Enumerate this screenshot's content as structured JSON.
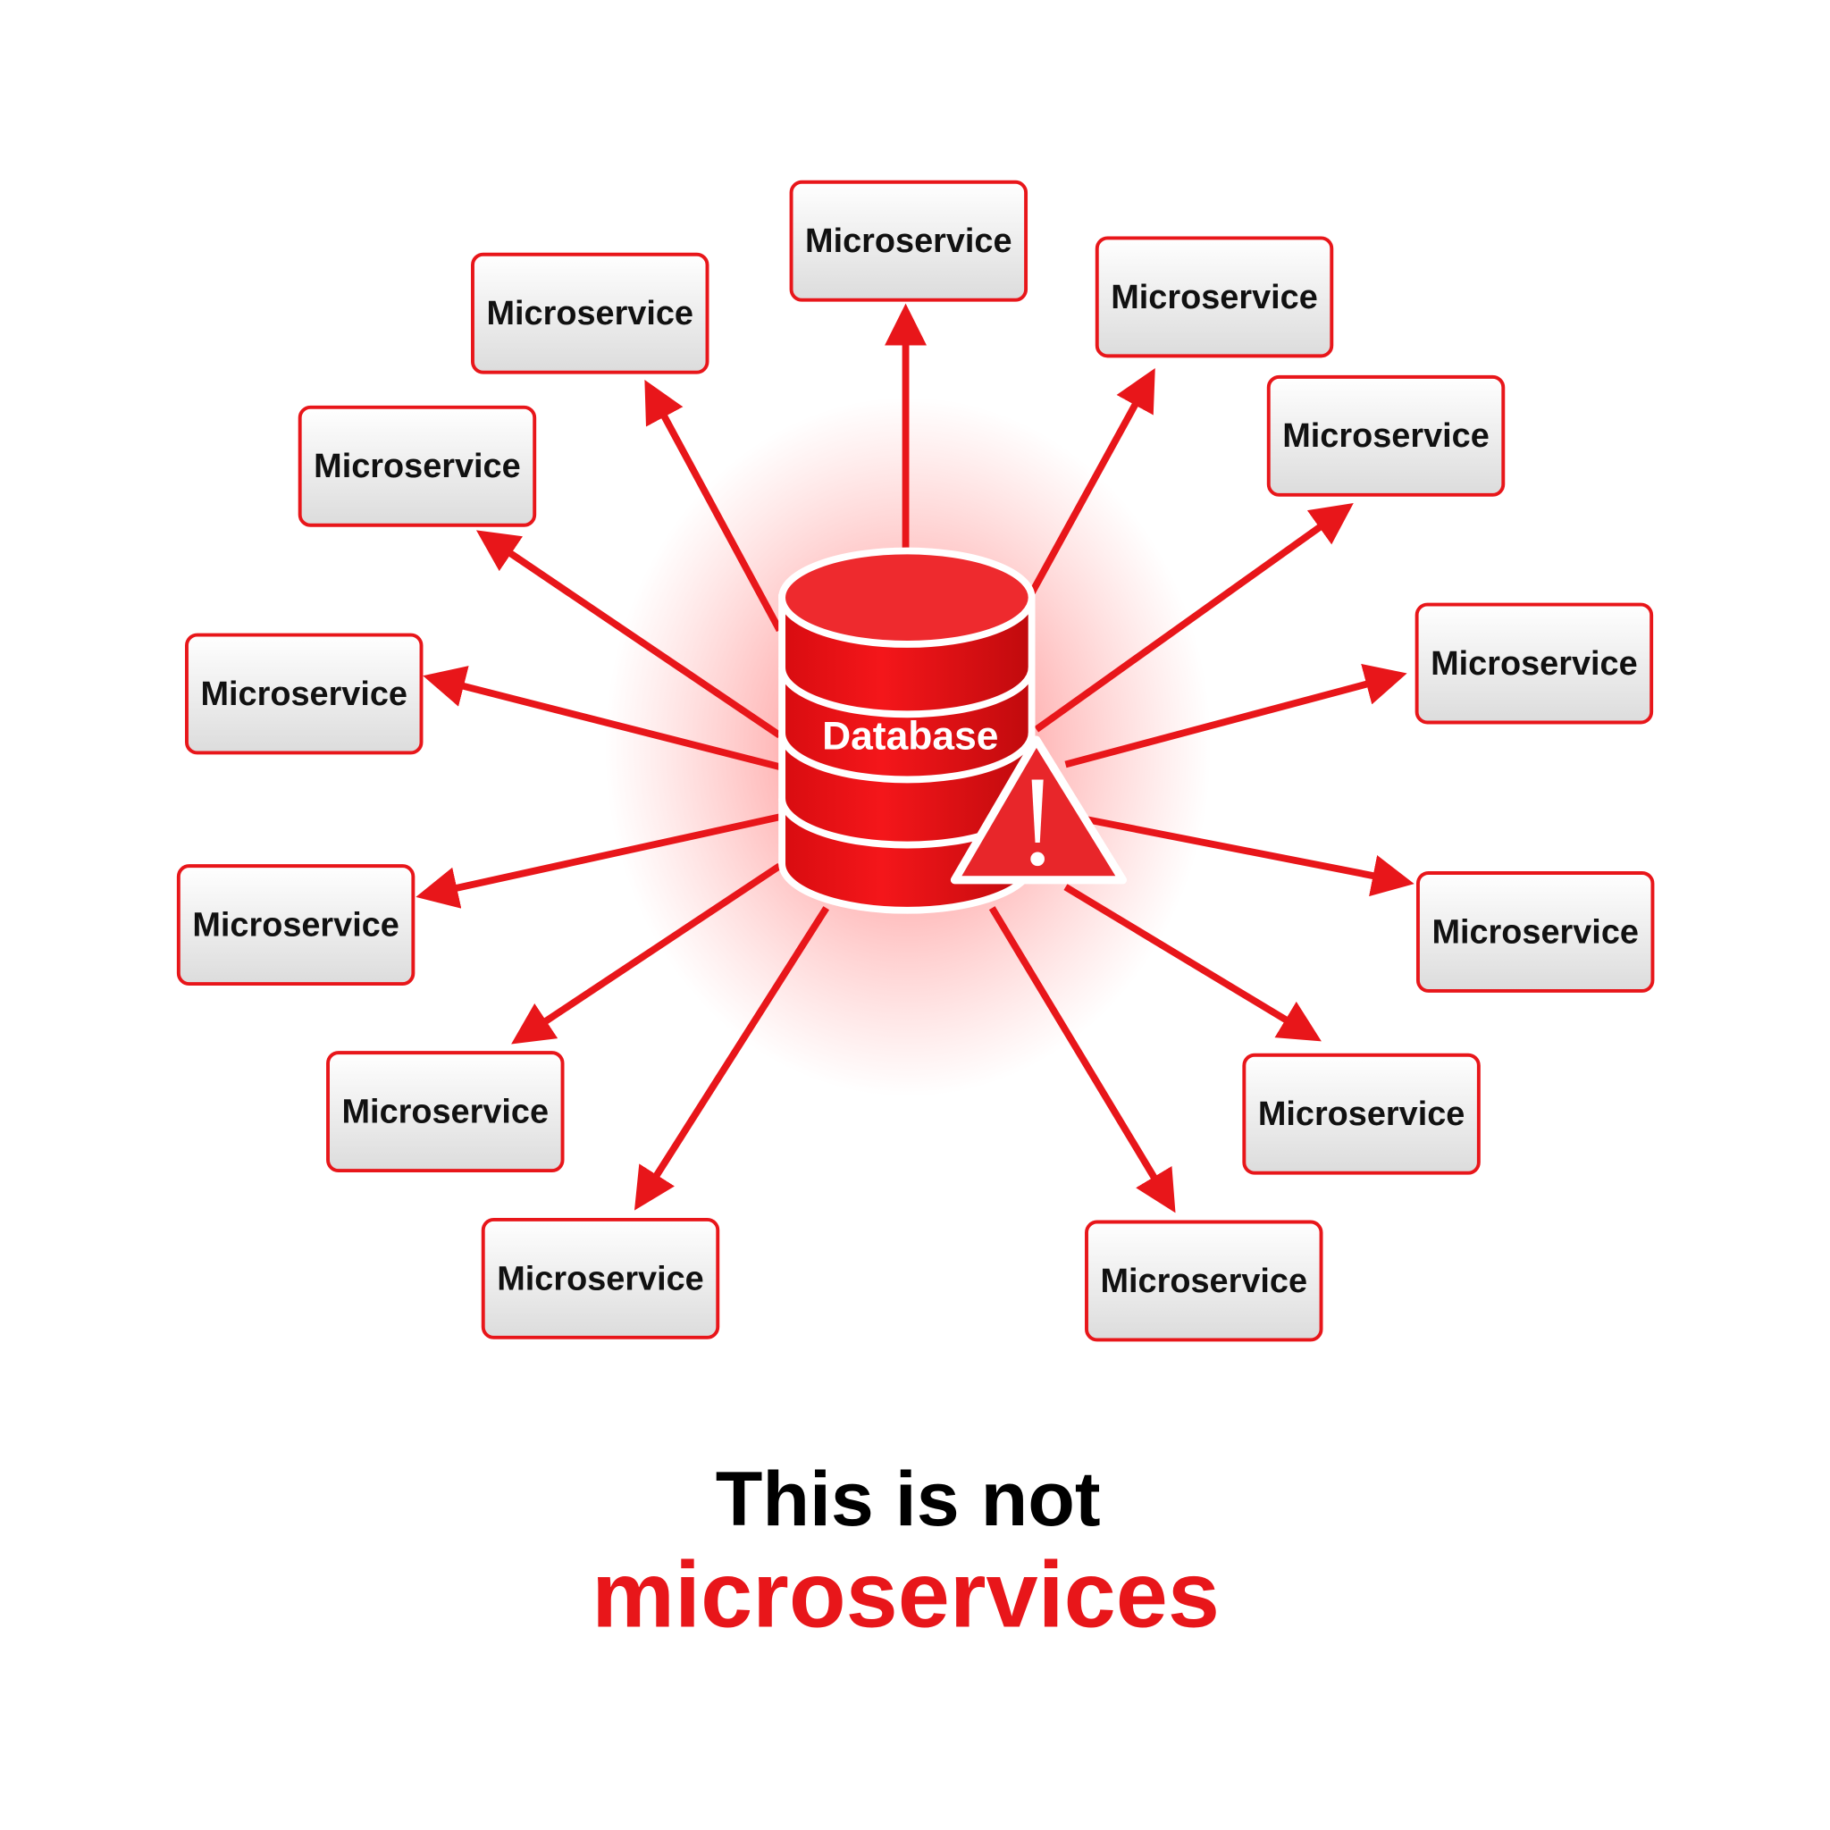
{
  "colors": {
    "accent": "#e8161a",
    "text": "#111111",
    "background": "#ffffff"
  },
  "database": {
    "label": "Database",
    "warning_icon": "warning-triangle-icon"
  },
  "services": [
    {
      "label": "Microservice"
    },
    {
      "label": "Microservice"
    },
    {
      "label": "Microservice"
    },
    {
      "label": "Microservice"
    },
    {
      "label": "Microservice"
    },
    {
      "label": "Microservice"
    },
    {
      "label": "Microservice"
    },
    {
      "label": "Microservice"
    },
    {
      "label": "Microservice"
    },
    {
      "label": "Microservice"
    },
    {
      "label": "Microservice"
    },
    {
      "label": "Microservice"
    },
    {
      "label": "Microservice"
    }
  ],
  "title": {
    "line1": "This is not",
    "line2": "microservices"
  }
}
